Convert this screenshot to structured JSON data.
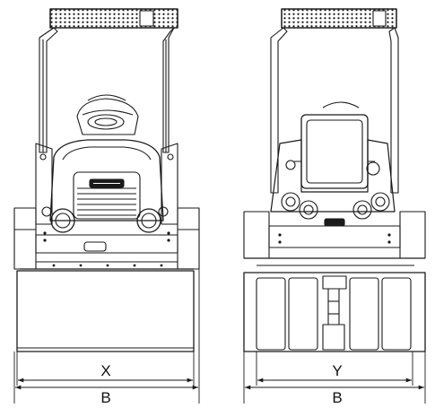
{
  "views": {
    "front": {
      "inner_dimension_label": "X",
      "outer_dimension_label": "B"
    },
    "rear": {
      "inner_dimension_label": "Y",
      "outer_dimension_label": "B"
    }
  },
  "colors": {
    "line": "#1a1a1a",
    "background": "#ffffff"
  }
}
